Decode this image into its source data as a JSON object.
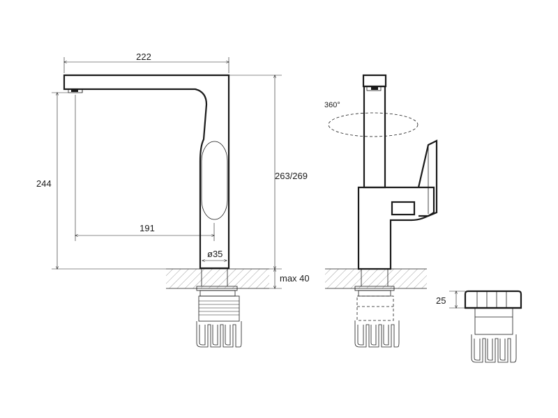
{
  "diagram": {
    "dimensions": {
      "spout_length": "222",
      "total_height": "263/269",
      "spout_height": "244",
      "spout_reach": "191",
      "base_diameter": "ø35",
      "max_thickness": "max 40",
      "connector_height": "25"
    },
    "rotation_label": "360°"
  }
}
